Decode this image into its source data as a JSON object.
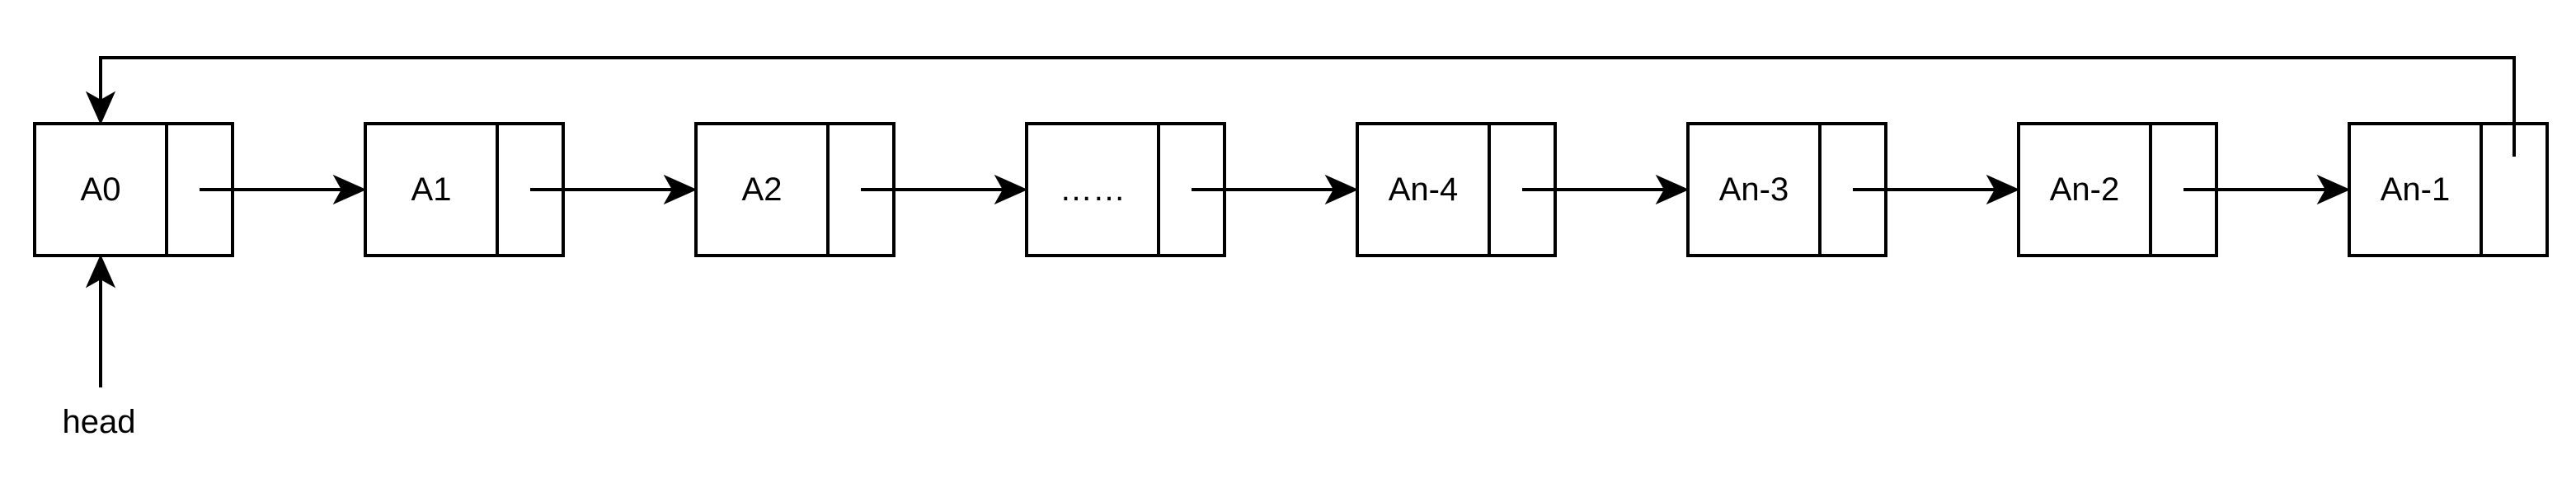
{
  "diagram": {
    "nodes": [
      {
        "id": "node-a0",
        "label": "A0"
      },
      {
        "id": "node-a1",
        "label": "A1"
      },
      {
        "id": "node-a2",
        "label": "A2"
      },
      {
        "id": "node-ellipsis",
        "label": "……"
      },
      {
        "id": "node-an-4",
        "label": "An-4"
      },
      {
        "id": "node-an-3",
        "label": "An-3"
      },
      {
        "id": "node-an-2",
        "label": "An-2"
      },
      {
        "id": "node-an-1",
        "label": "An-1"
      }
    ],
    "edges": [
      {
        "from": "node-a0",
        "to": "node-a1"
      },
      {
        "from": "node-a1",
        "to": "node-a2"
      },
      {
        "from": "node-a2",
        "to": "node-ellipsis"
      },
      {
        "from": "node-ellipsis",
        "to": "node-an-4"
      },
      {
        "from": "node-an-4",
        "to": "node-an-3"
      },
      {
        "from": "node-an-3",
        "to": "node-an-2"
      },
      {
        "from": "node-an-2",
        "to": "node-an-1"
      },
      {
        "from": "node-an-1",
        "to": "node-a0"
      }
    ],
    "head": {
      "label": "head",
      "points_to": "node-a0"
    }
  }
}
